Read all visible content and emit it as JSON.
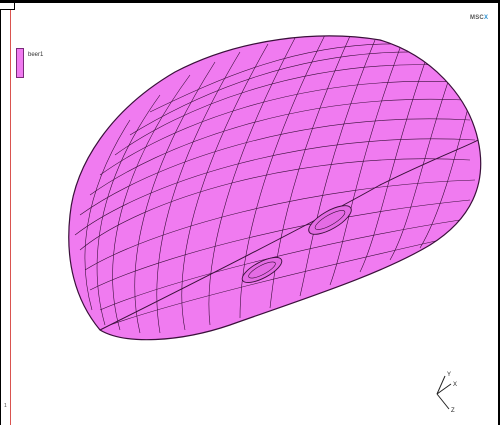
{
  "legend": {
    "label": "beer1",
    "color": "#f07bf0"
  },
  "logo": {
    "text": "MSC",
    "mark": "X"
  },
  "axes": {
    "x": "X",
    "y": "Y",
    "z": "Z"
  },
  "corner_label": "1",
  "colors": {
    "mesh_fill": "#f07bf0",
    "mesh_line": "#3a103a",
    "accent_red": "#d9534f"
  }
}
